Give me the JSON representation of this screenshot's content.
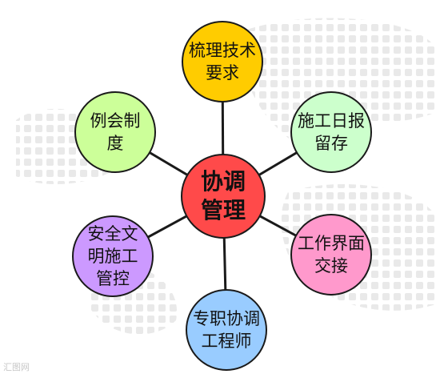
{
  "center": {
    "label": "协调\n管理",
    "color": "#ff4a4a"
  },
  "nodes": [
    {
      "id": "tech-req",
      "label": "梳理技术\n要求",
      "color": "#ffcc00"
    },
    {
      "id": "construction-log",
      "label": "施工日报\n留存",
      "color": "#ccffcc"
    },
    {
      "id": "interface-handover",
      "label": "工作界面\n交接",
      "color": "#ff99cc"
    },
    {
      "id": "coordination-engineer",
      "label": "专职协调\n工程师",
      "color": "#99ccff"
    },
    {
      "id": "safety-mgmt",
      "label": "安全文\n明施工\n管控",
      "color": "#cc99ff"
    },
    {
      "id": "meeting-system",
      "label": "例会制\n度",
      "color": "#ccff99"
    }
  ],
  "watermark": "汇图网"
}
